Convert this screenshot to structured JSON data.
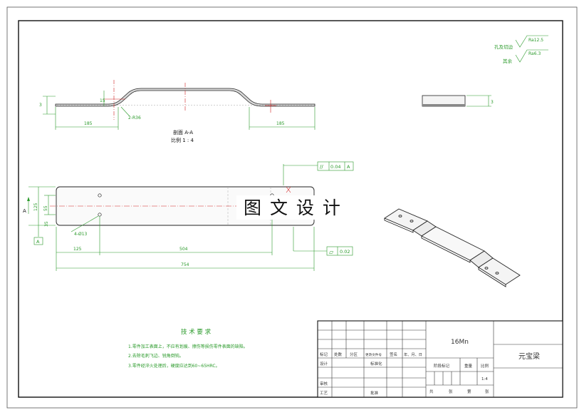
{
  "watermark": "图 文 设 计",
  "section": {
    "title": "剖面 A-A",
    "scale": "比例 1 : 4"
  },
  "dims": {
    "top_left_thickness": "3",
    "bend_height": "15",
    "left_len": "185",
    "bend_radius": "2-R36",
    "right_len": "185",
    "side_thickness": "3",
    "plan_width_a": "125",
    "plan_width_b": "55",
    "plan_width_c": "35",
    "holes": "4-Ø13",
    "offset": "125",
    "hole_span": "504",
    "total_len": "754"
  },
  "tolerances": {
    "parallel_symbol": "//",
    "parallel_value": "0.04",
    "parallel_datum": "A",
    "flat_symbol": "▱",
    "flat_value": "0.02",
    "datum_A": "A",
    "datum_A2": "A"
  },
  "roughness": {
    "hole_label": "孔及切边",
    "hole_value": "Ra12.5",
    "rest_label": "其余",
    "rest_value": "Ra6.3"
  },
  "tech": {
    "title": "技 术 要 求",
    "items": [
      "1.零件加工表面上，不应有划痕、擦伤等损伤零件表面的缺陷。",
      "2.去除毛刺飞边、锐角倒钝。",
      "3.零件经淬火处理后，硬度应达到60~65HRC。"
    ]
  },
  "title_block": {
    "material": "16Mn",
    "part_name": "元宝梁",
    "h_biaoji": "标记",
    "h_chushu": "处数",
    "h_fenqu": "分区",
    "h_gengwen": "更改文件号",
    "h_qianming": "签名",
    "h_date": "年、月、日",
    "sheji": "设计",
    "biaozhunhua": "标准化",
    "jieduan": "阶段标记",
    "zhongliang": "重量",
    "bili": "比例",
    "scale_val": "1:4",
    "shenhe": "审核",
    "gongyi": "工艺",
    "pizhun": "批准",
    "gong": "共",
    "zhang1": "张",
    "di": "第",
    "zhang2": "张"
  }
}
